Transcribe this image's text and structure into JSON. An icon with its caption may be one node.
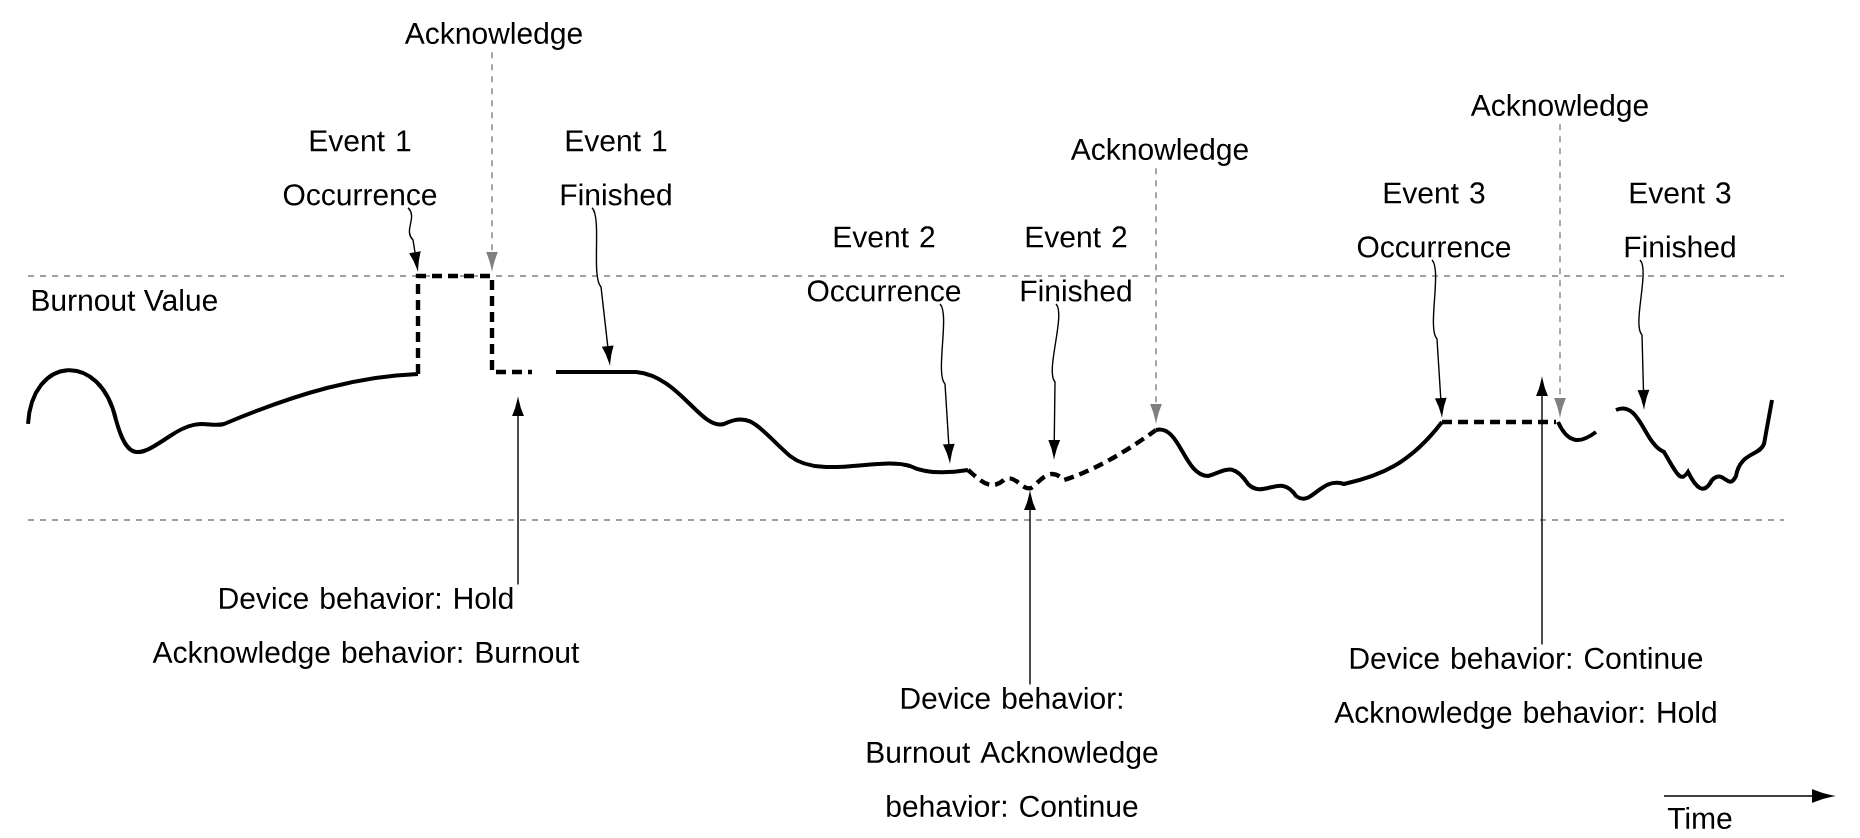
{
  "diagram": {
    "nodes": [
      {
        "text": [
          "Event 1 Occurrence"
        ]
      },
      {
        "text": [
          "Acknowledge"
        ]
      },
      {
        "text": [
          "Event 1 Finished"
        ]
      },
      {
        "text": [
          "Event 2 Occurrence"
        ]
      },
      {
        "text": [
          "Event 2 Finished"
        ]
      },
      {
        "text": [
          "Acknowledge"
        ]
      },
      {
        "text": [
          "Event 3 Occurrence"
        ]
      },
      {
        "text": [
          "Acknowledge"
        ]
      },
      {
        "text": [
          "Event 3 Finished"
        ]
      },
      {
        "text": [
          "Device behavior: Hold Acknowledge behavior: Burnout"
        ]
      },
      {
        "text": [
          "Device behavior: Burnout Acknowledge behavior: Continue"
        ]
      },
      {
        "text": [
          "Device behavior: Continue Acknowledge behavior: Hold"
        ]
      }
    ],
    "edges": [
      {
        "from": 0,
        "to": null,
        "arrow": "to"
      },
      {
        "from": 1,
        "to": null,
        "arrow": "to",
        "style": "dashed",
        "color": "#808080"
      },
      {
        "from": 2,
        "to": null,
        "arrow": "to"
      },
      {
        "from": 3,
        "to": null,
        "arrow": "to"
      },
      {
        "from": 4,
        "to": null,
        "arrow": "to"
      },
      {
        "from": 5,
        "to": null,
        "arrow": "to",
        "style": "dashed",
        "color": "#808080"
      },
      {
        "from": 6,
        "to": null,
        "arrow": "to"
      },
      {
        "from": 7,
        "to": null,
        "arrow": "to",
        "style": "dashed",
        "color": "#808080"
      },
      {
        "from": 8,
        "to": null,
        "arrow": "to"
      },
      {
        "from": 9,
        "to": null,
        "arrow": "to"
      },
      {
        "from": 10,
        "to": null,
        "arrow": "to"
      },
      {
        "from": 11,
        "to": null,
        "arrow": "to"
      }
    ],
    "labels": [
      "Burnout Value",
      "Time"
    ]
  }
}
